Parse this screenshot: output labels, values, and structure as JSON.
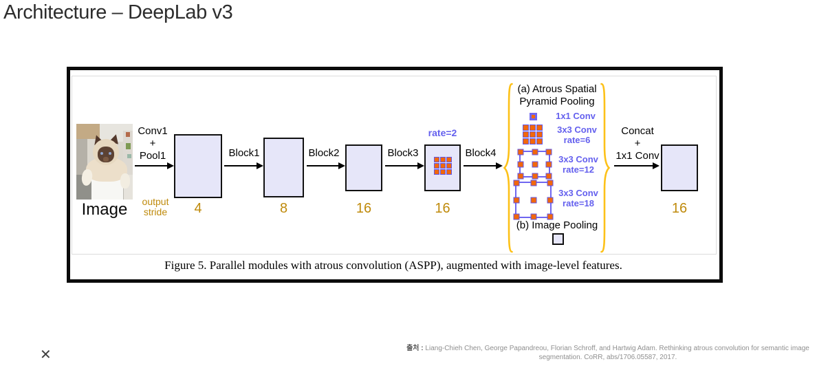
{
  "title": "Architecture – DeepLab v3",
  "figure": {
    "image_label": "Image",
    "conv_pool": {
      "line1": "Conv1",
      "line2": "+",
      "line3": "Pool1"
    },
    "output_stride_label": {
      "line1": "output",
      "line2": "stride"
    },
    "block_labels": [
      "Block1",
      "Block2",
      "Block3",
      "Block4"
    ],
    "strides": [
      "4",
      "8",
      "16",
      "16",
      "16"
    ],
    "rate2_label": "rate=2",
    "aspp": {
      "title_line1": "(a) Atrous Spatial",
      "title_line2": "Pyramid Pooling",
      "rows": [
        {
          "label1": "1x1 Conv",
          "label2": ""
        },
        {
          "label1": "3x3 Conv",
          "label2": "rate=6"
        },
        {
          "label1": "3x3 Conv",
          "label2": "rate=12"
        },
        {
          "label1": "3x3 Conv",
          "label2": "rate=18"
        }
      ],
      "image_pooling_label": "(b) Image Pooling"
    },
    "concat": {
      "line1": "Concat",
      "line2": "+",
      "line3": "1x1 Conv"
    },
    "caption": "Figure 5. Parallel modules with atrous convolution (ASPP), augmented with image-level features."
  },
  "footer": {
    "close_icon": "✕",
    "citation_prefix": "출처 :",
    "citation_line1": "Liang-Chieh Chen, George Papandreou, Florian Schroff, and Hartwig Adam. Rethinking atrous convolution for semantic image",
    "citation_line2": "segmentation. CoRR, abs/1706.05587, 2017."
  },
  "colors": {
    "stride_gold": "#bf8a0b",
    "conv_blue": "#6460ee",
    "kernel_orange": "#f2680c",
    "brace_yellow": "#fdc118",
    "box_lavender": "#e6e6f9"
  }
}
